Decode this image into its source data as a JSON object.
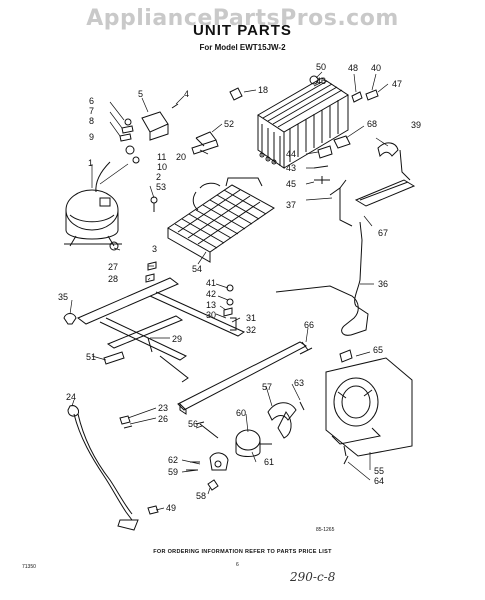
{
  "watermark": "AppliancePartsPros.com",
  "title": "UNIT PARTS",
  "subtitle": "For Model EWT15JW-2",
  "callouts": [
    "50",
    "48",
    "40",
    "47",
    "46",
    "18",
    "5",
    "4",
    "6",
    "7",
    "8",
    "52",
    "9",
    "68",
    "39",
    "11",
    "10",
    "20",
    "44",
    "43",
    "1",
    "2",
    "53",
    "45",
    "37",
    "3",
    "67",
    "27",
    "28",
    "54",
    "41",
    "42",
    "36",
    "35",
    "13",
    "30",
    "31",
    "32",
    "66",
    "29",
    "65",
    "51",
    "57",
    "63",
    "24",
    "23",
    "26",
    "60",
    "56",
    "61",
    "62",
    "59",
    "58",
    "55",
    "64",
    "49"
  ],
  "drawing_code": "85-1265",
  "order_note": "FOR ORDERING INFORMATION REFER TO PARTS PRICE LIST",
  "page_code": "71350",
  "page_number": "6",
  "handwriting": "290-c-8"
}
